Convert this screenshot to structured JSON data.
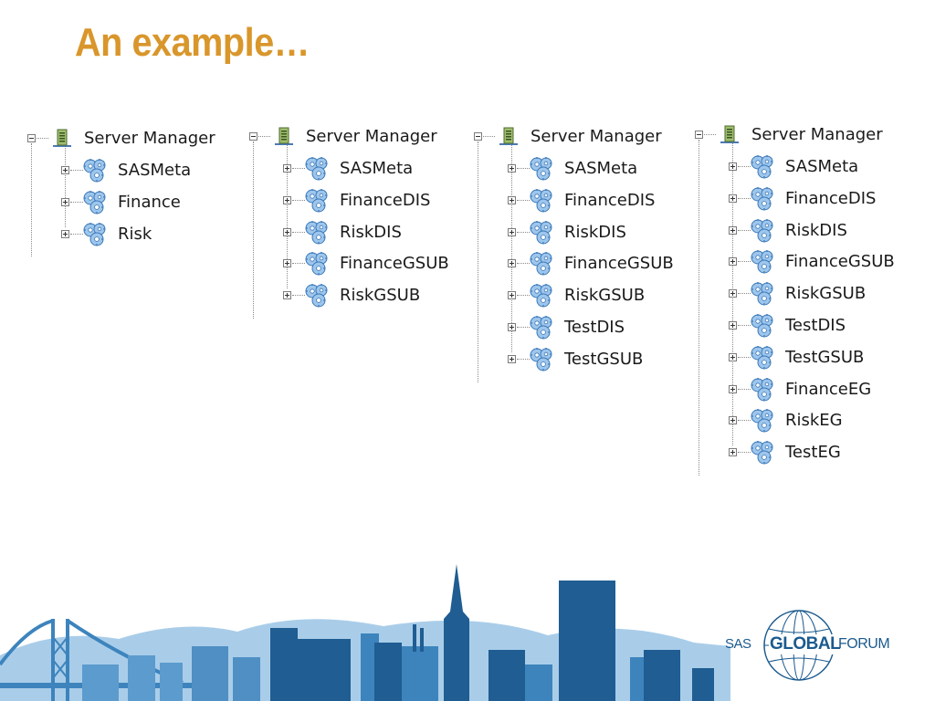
{
  "slide": {
    "title": "An example…"
  },
  "trees": [
    {
      "root": "Server Manager",
      "children": [
        "SASMeta",
        "Finance",
        "Risk"
      ]
    },
    {
      "root": "Server Manager",
      "children": [
        "SASMeta",
        "FinanceDIS",
        "RiskDIS",
        "FinanceGSUB",
        "RiskGSUB"
      ]
    },
    {
      "root": "Server Manager",
      "children": [
        "SASMeta",
        "FinanceDIS",
        "RiskDIS",
        "FinanceGSUB",
        "RiskGSUB",
        "TestDIS",
        "TestGSUB"
      ]
    },
    {
      "root": "Server Manager",
      "children": [
        "SASMeta",
        "FinanceDIS",
        "RiskDIS",
        "FinanceGSUB",
        "RiskGSUB",
        "TestDIS",
        "TestGSUB",
        "FinanceEG",
        "RiskEG",
        "TestEG"
      ]
    }
  ],
  "icons": {
    "root": "server-icon",
    "child": "gears-icon",
    "collapse": "minus-box-icon",
    "expand": "plus-box-icon"
  },
  "logo": {
    "prefix": "SAS",
    "middle": "GLOBAL",
    "suffix": "FORUM"
  },
  "colors": {
    "title": "#d9962b",
    "logo": "#1b5a8e",
    "skyline_dark": "#1f5d92",
    "skyline_mid": "#3d84bd",
    "skyline_light": "#a9cde9"
  }
}
